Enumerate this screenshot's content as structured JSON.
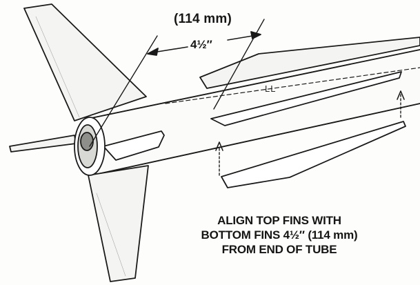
{
  "dimension": {
    "metric": "(114 mm)",
    "imperial": "4½″"
  },
  "reference_mark": "LL",
  "instruction": {
    "line1": "ALIGN TOP FINS WITH",
    "line2": "BOTTOM FINS 4½″ (114 mm)",
    "line3": "FROM END OF TUBE"
  },
  "colors": {
    "ink": "#1a1a1a",
    "paper": "#fdfdfb",
    "fin_fill": "#f4f4f2"
  }
}
